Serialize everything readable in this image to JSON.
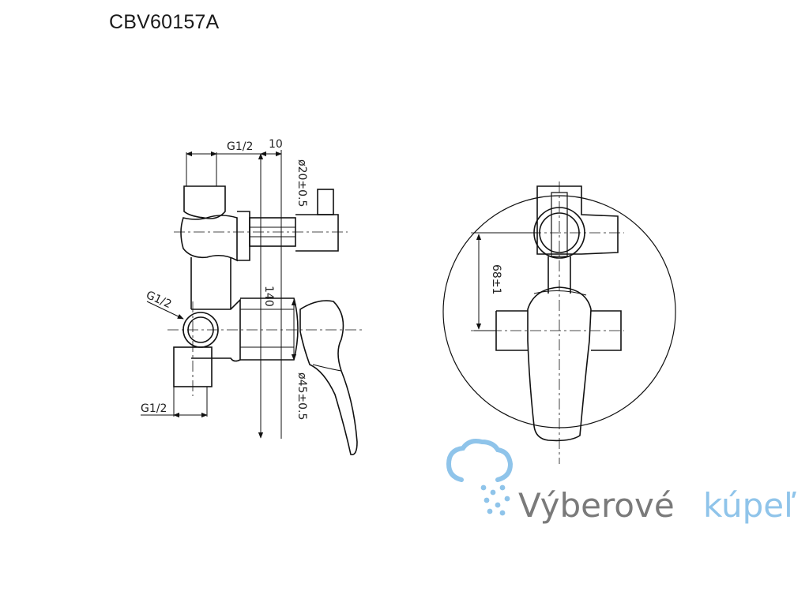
{
  "title": "CBV60157A",
  "dimensions": {
    "g12_top": "G1/2",
    "ten": "10",
    "d20": "ø20±0.5",
    "one_forty": "140",
    "g12_mid": "G1/2",
    "d45": "ø45±0.5",
    "g12_bottom": "G1/2",
    "sixty_eight": "68±1"
  },
  "watermark": {
    "word1": "Výberové",
    "word2": "kúpeľ",
    "icon": "shower-cloud-icon",
    "color_dark": "#7a7a7a",
    "color_accent": "#8fc4ea"
  }
}
